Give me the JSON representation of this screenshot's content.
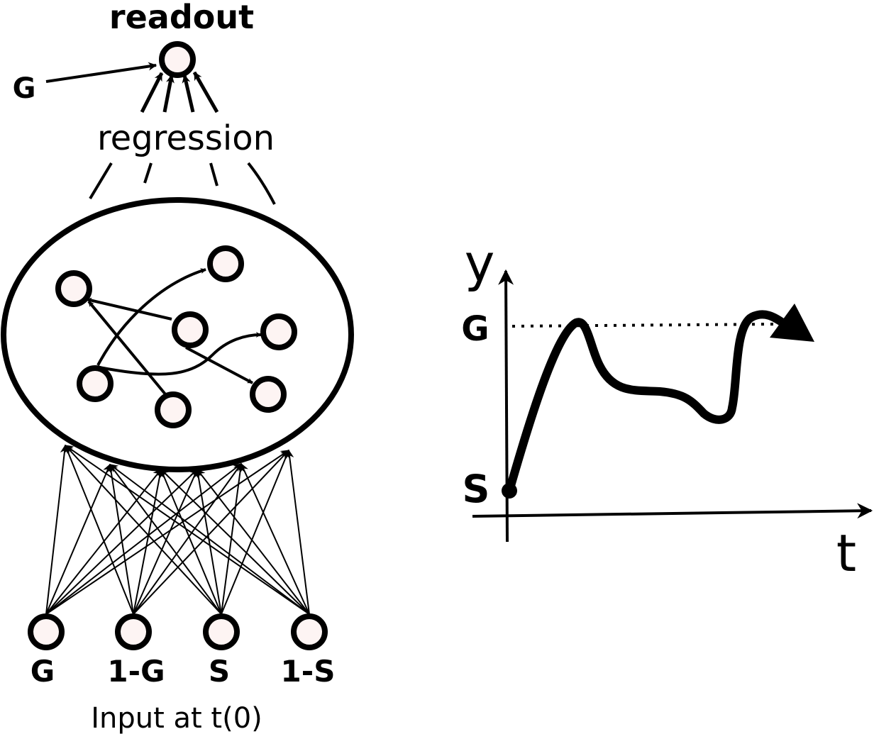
{
  "network": {
    "readout_label": "readout",
    "readout_input_label": "G",
    "regression_label": "regression",
    "inputs": [
      {
        "label": "G"
      },
      {
        "label": "1-G"
      },
      {
        "label": "S"
      },
      {
        "label": "1-S"
      }
    ],
    "input_caption": "Input at t(0)"
  },
  "plot": {
    "y_axis_label": "y",
    "x_axis_label": "t",
    "goal_label": "G",
    "start_label": "S"
  }
}
